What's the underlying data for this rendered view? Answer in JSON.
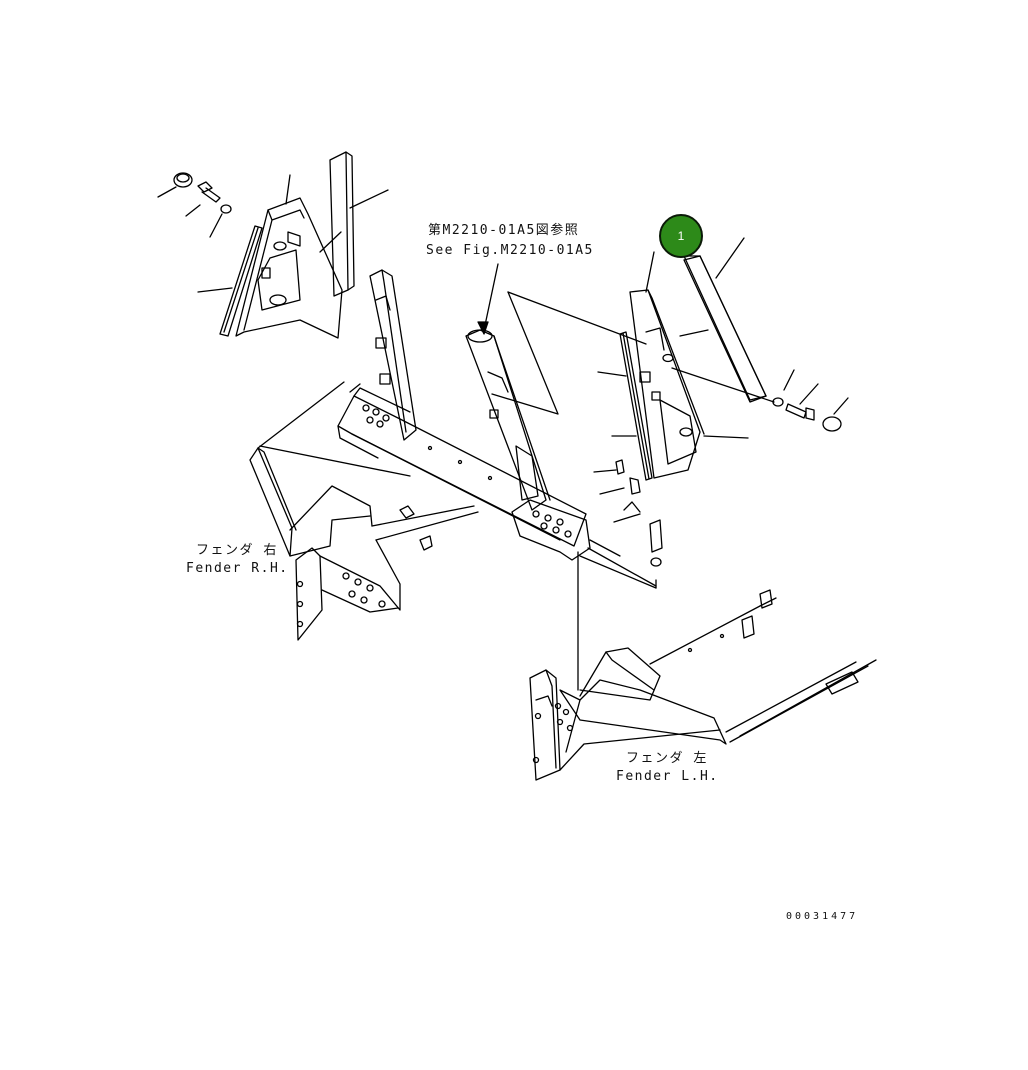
{
  "reference": {
    "jp": "第M2210-01A5図参照",
    "en": "See Fig.M2210-01A5"
  },
  "fender_rh": {
    "jp": "フェンダ 右",
    "en": "Fender R.H."
  },
  "fender_lh": {
    "jp": "フェンダ 左",
    "en": "Fender L.H."
  },
  "callout": {
    "number": "1",
    "color": "#2d8a19"
  },
  "part_code": "00031477"
}
